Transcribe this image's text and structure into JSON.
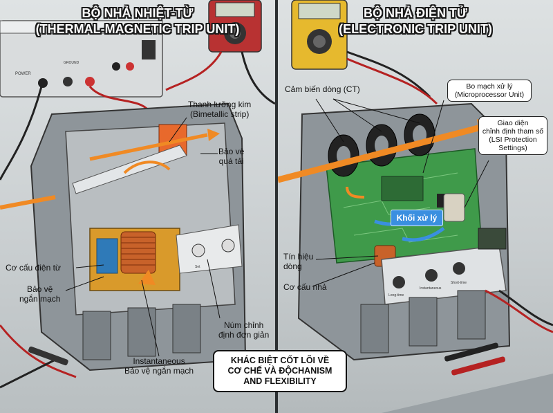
{
  "left_panel": {
    "title_line1": "BỘ NHẢ NHIỆT-TỪ",
    "title_line2": "(THERMAL-MAGNETIC TRIP UNIT)",
    "labels": {
      "bimetallic_line1": "Thanh lưỡng kim",
      "bimetallic_line2": "(Bimetallic strip)",
      "overload_line1": "Bảo vệ",
      "overload_line2": "quá tải",
      "electromagnet": "Cơ cấu điện từ",
      "short_circuit_line1": "Bảo vệ",
      "short_circuit_line2": "ngắn mạch",
      "knob_line1": "Núm chỉnh",
      "knob_line2": "định đơn giản",
      "instant_line1": "Instantaneous",
      "instant_line2": "Bảo vệ ngắn mạch"
    },
    "device_text": {
      "power": "POWER",
      "ground": "GROUND",
      "set": "Set"
    }
  },
  "right_panel": {
    "title_line1": "BỘ NHẢ ĐIỆN TỬ",
    "title_line2": "(ELECTRONIC TRIP UNIT)",
    "labels": {
      "ct": "Cảm biến dòng (CT)",
      "micro_line1": "Bo mạch xử lý",
      "micro_line2": "(Microprocessor Unit)",
      "lsi_line1": "Giao diện",
      "lsi_line2": "chỉnh định tham số",
      "lsi_line3": "(LSI Protection",
      "lsi_line4": "Settings)",
      "processing_block": "Khối xử lý",
      "signal_line1": "Tín hiệu",
      "signal_line2": "dòng",
      "trip_mech": "Cơ cấu nhả"
    },
    "device_text": {
      "long_time": "Long-time",
      "instantaneous": "Instantaneous",
      "short_time": "Short-time"
    }
  },
  "callout": {
    "line1": "KHÁC BIỆT CỐT LÕI VỀ",
    "line2": "CƠ CHẾ VÀ ĐỘCHANISM",
    "line3": "AND FLEXIBILITY"
  },
  "colors": {
    "arrow_orange": "#f08a24",
    "pcb_green": "#3f9a4a",
    "coil_copper": "#c8622a",
    "processing_blue": "#3a8fe0",
    "panel_divider": "#2b2f31"
  }
}
